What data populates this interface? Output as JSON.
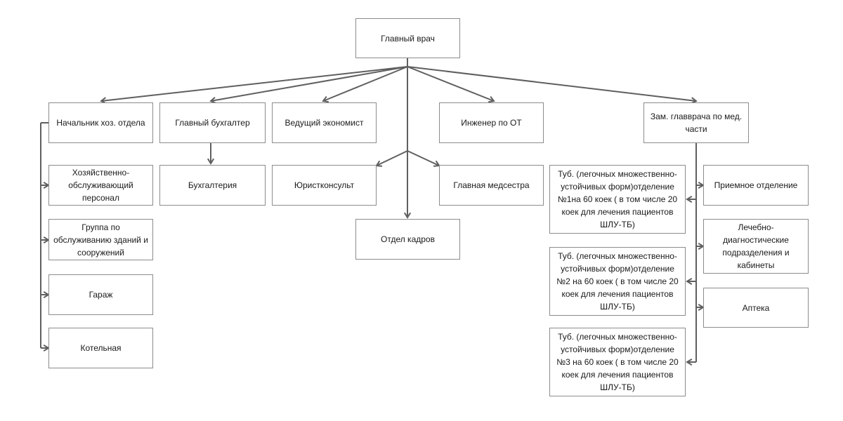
{
  "nodes": {
    "head": "Главный врач",
    "hoz_head": "Начальник хоз. отдела",
    "chief_accountant": "Главный бухгалтер",
    "economist": "Ведущий экономист",
    "ot_engineer": "Инженер по ОТ",
    "deputy_med": "Зам. главврача по мед. части",
    "hoz_staff": "Хозяйственно-обслуживающий персонал",
    "buildings_group": "Группа по обслуживанию зданий и сооружений",
    "garage": "Гараж",
    "boiler": "Котельная",
    "accounting": "Бухгалтерия",
    "legal": "Юристконсульт",
    "head_nurse": "Главная медсестра",
    "hr": "Отдел кадров",
    "tb_dept_1": "Туб. (легочных множественно-устойчивых форм)отделение №1на 60 коек ( в том числе 20 коек для лечения пациентов ШЛУ-ТБ)",
    "tb_dept_2": "Туб. (легочных множественно-устойчивых форм)отделение №2 на 60 коек ( в том числе 20 коек для лечения пациентов ШЛУ-ТБ)",
    "tb_dept_3": "Туб. (легочных множественно-устойчивых форм)отделение №3 на 60 коек ( в том числе 20 коек для лечения пациентов ШЛУ-ТБ)",
    "admission": "Приемное отделение",
    "diagnostic": "Лечебно-диагностические подразделения и кабинеты",
    "pharmacy": "Аптека"
  },
  "edges": [
    [
      "head",
      "hoz_head"
    ],
    [
      "head",
      "chief_accountant"
    ],
    [
      "head",
      "economist"
    ],
    [
      "head",
      "ot_engineer"
    ],
    [
      "head",
      "deputy_med"
    ],
    [
      "head",
      "hr"
    ],
    [
      "head",
      "legal"
    ],
    [
      "head",
      "head_nurse"
    ],
    [
      "chief_accountant",
      "accounting"
    ],
    [
      "hoz_head",
      "hoz_staff"
    ],
    [
      "hoz_head",
      "buildings_group"
    ],
    [
      "hoz_head",
      "garage"
    ],
    [
      "hoz_head",
      "boiler"
    ],
    [
      "deputy_med",
      "admission"
    ],
    [
      "deputy_med",
      "diagnostic"
    ],
    [
      "deputy_med",
      "pharmacy"
    ],
    [
      "deputy_med",
      "tb_dept_1"
    ],
    [
      "deputy_med",
      "tb_dept_2"
    ],
    [
      "deputy_med",
      "tb_dept_3"
    ]
  ],
  "colors": {
    "line": "#5f5f5f",
    "border": "#8c8c8c"
  }
}
